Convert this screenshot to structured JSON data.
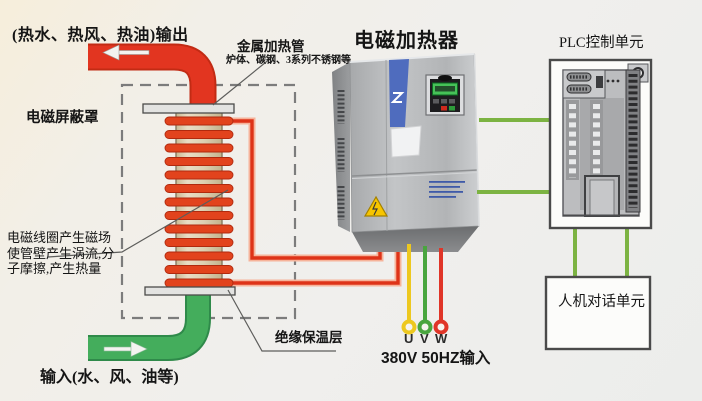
{
  "title": "电磁加热器",
  "labels": {
    "output": "(热水、热风、热油)输出",
    "shield": "电磁屏蔽罩",
    "coil_note": [
      "电磁线圈产生磁场",
      "使管壁产生涡流,分",
      "子摩擦,产生热量"
    ],
    "tube_title": "金属加热管",
    "tube_sub": "炉体、碳钢、3系列不锈钢等",
    "plc_title": "PLC控制单元",
    "hmi": "人机对话单元",
    "insulation": "绝缘保温层",
    "input": "输入(水、风、油等)",
    "phase_u": "U",
    "phase_v": "V",
    "phase_w": "W",
    "power": "380V 50HZ输入"
  },
  "colors": {
    "hot_pipe_red": "#e23520",
    "cold_pipe_green": "#3fa85c",
    "coil_wire_red": "#de3318",
    "control_wire_green": "#7cb342",
    "phase_u_yellow": "#edc81f",
    "phase_v_green": "#49a53e",
    "phase_w_red": "#e03528",
    "cabinet_gray": "#b5b7b9",
    "lcd_green": "#46c258"
  }
}
